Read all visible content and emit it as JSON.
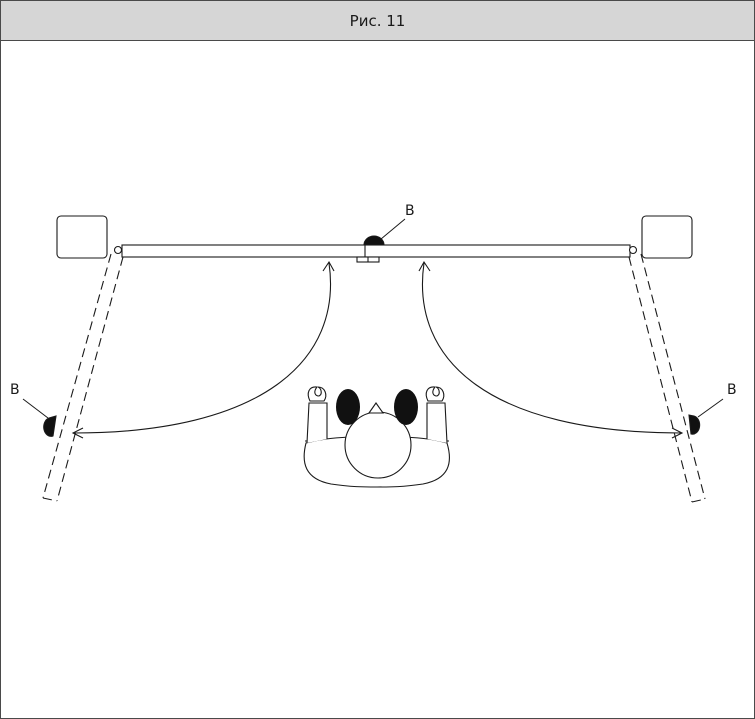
{
  "figure": {
    "title": "Рис. 11"
  },
  "labels": {
    "top_marker": "B",
    "left_marker": "B",
    "right_marker": "B"
  },
  "colors": {
    "header_bg": "#d6d6d6",
    "line": "#1a1a1a",
    "marker": "#111111"
  }
}
